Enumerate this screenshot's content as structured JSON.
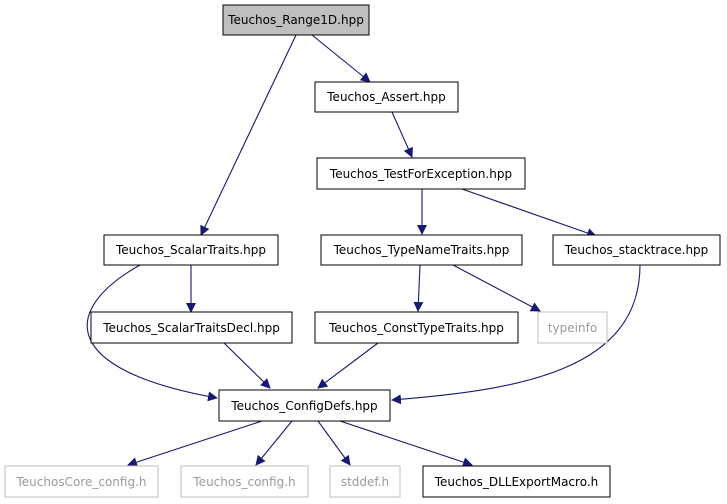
{
  "colors": {
    "edge": "#191970",
    "root_fill": "#bfbfbf",
    "node_fill": "#ffffff",
    "node_border": "#000000",
    "missing_border": "#bfbfbf",
    "missing_text": "#9a9a9a"
  },
  "nodes": {
    "range1d": {
      "label": "Teuchos_Range1D.hpp"
    },
    "assert": {
      "label": "Teuchos_Assert.hpp"
    },
    "testforexception": {
      "label": "Teuchos_TestForException.hpp"
    },
    "scalartraits": {
      "label": "Teuchos_ScalarTraits.hpp"
    },
    "typenametraits": {
      "label": "Teuchos_TypeNameTraits.hpp"
    },
    "stacktrace": {
      "label": "Teuchos_stacktrace.hpp"
    },
    "scalartraitsdecl": {
      "label": "Teuchos_ScalarTraitsDecl.hpp"
    },
    "consttypetraits": {
      "label": "Teuchos_ConstTypeTraits.hpp"
    },
    "typeinfo": {
      "label": "typeinfo"
    },
    "configdefs": {
      "label": "Teuchos_ConfigDefs.hpp"
    },
    "teuchoscore_config": {
      "label": "TeuchosCore_config.h"
    },
    "teuchos_config": {
      "label": "Teuchos_config.h"
    },
    "stddef": {
      "label": "stddef.h"
    },
    "dllexport": {
      "label": "Teuchos_DLLExportMacro.h"
    }
  }
}
